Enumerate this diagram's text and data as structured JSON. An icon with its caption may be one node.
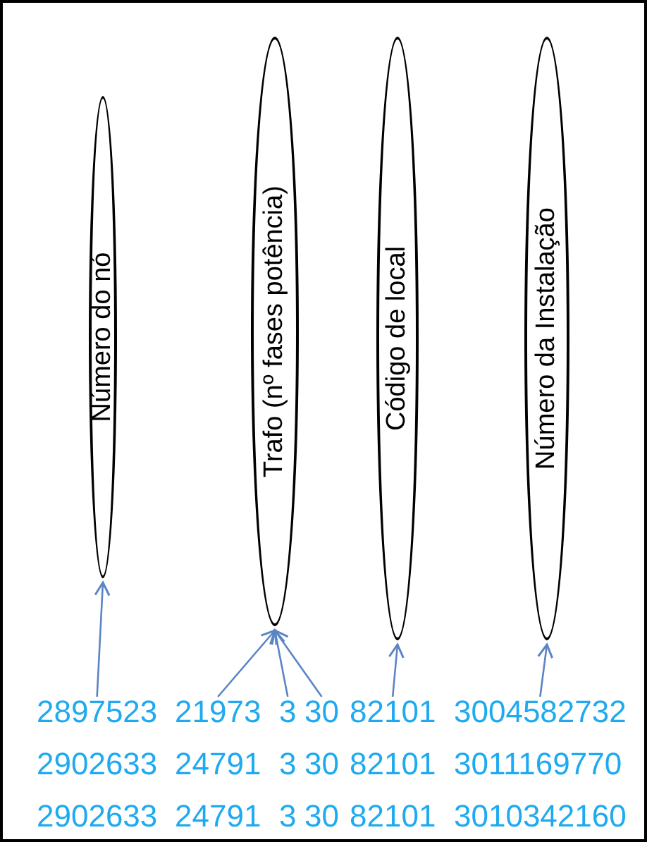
{
  "diagram": {
    "nodes": [
      {
        "text": [
          "Número do nó"
        ]
      },
      {
        "text": [
          "Trafo (nº fases potência)"
        ]
      },
      {
        "text": [
          "Código de local"
        ]
      },
      {
        "text": [
          "Número da Instalação"
        ]
      },
      {
        "text": [
          "2897523"
        ]
      },
      {
        "text": [
          "21973"
        ]
      },
      {
        "text": [
          "3"
        ]
      },
      {
        "text": [
          "30"
        ]
      },
      {
        "text": [
          "82101"
        ]
      },
      {
        "text": [
          "3004582732"
        ]
      }
    ],
    "edges": [
      {
        "from": 4,
        "to": 0,
        "arrow": "to"
      },
      {
        "from": 5,
        "to": 1,
        "arrow": "to"
      },
      {
        "from": 6,
        "to": 1,
        "arrow": "to"
      },
      {
        "from": 7,
        "to": 1,
        "arrow": "to"
      },
      {
        "from": 8,
        "to": 2,
        "arrow": "to"
      },
      {
        "from": 9,
        "to": 3,
        "arrow": "to"
      }
    ],
    "labels": [
      "2902633",
      "24791",
      "3",
      "30",
      "82101",
      "3011169770",
      "2902633",
      "24791",
      "3",
      "30",
      "82101",
      "3010342160"
    ]
  }
}
